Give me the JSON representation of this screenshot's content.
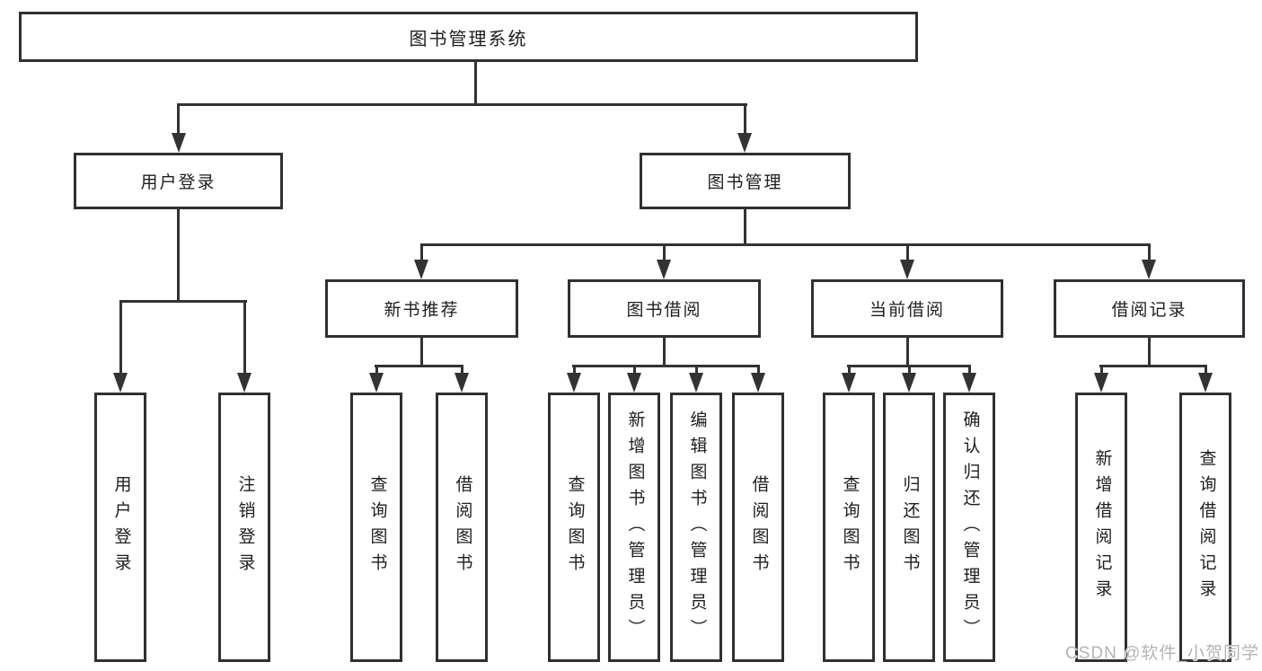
{
  "page": {
    "background": "#ffffff"
  },
  "colors": {
    "line": "#333333",
    "box_border": "#303030",
    "text": "#1e1e1e",
    "watermark": "#b4b4b4"
  },
  "watermark": {
    "text": "CSDN @软件_小贺同学"
  },
  "tree": {
    "root": {
      "label": "图书管理系统"
    },
    "branches": [
      {
        "label": "用户登录",
        "children": [
          {
            "label": "用户登录"
          },
          {
            "label": "注销登录"
          }
        ]
      },
      {
        "label": "图书管理",
        "children": [
          {
            "label": "新书推荐",
            "children": [
              {
                "label": "查询图书"
              },
              {
                "label": "借阅图书"
              }
            ]
          },
          {
            "label": "图书借阅",
            "children": [
              {
                "label": "查询图书"
              },
              {
                "label": "新增图书（管理员）"
              },
              {
                "label": "编辑图书（管理员）"
              },
              {
                "label": "借阅图书"
              }
            ]
          },
          {
            "label": "当前借阅",
            "children": [
              {
                "label": "查询图书"
              },
              {
                "label": "归还图书"
              },
              {
                "label": "确认归还（管理员）"
              }
            ]
          },
          {
            "label": "借阅记录",
            "children": [
              {
                "label": "新增借阅记录"
              },
              {
                "label": "查询借阅记录"
              }
            ]
          }
        ]
      }
    ]
  }
}
